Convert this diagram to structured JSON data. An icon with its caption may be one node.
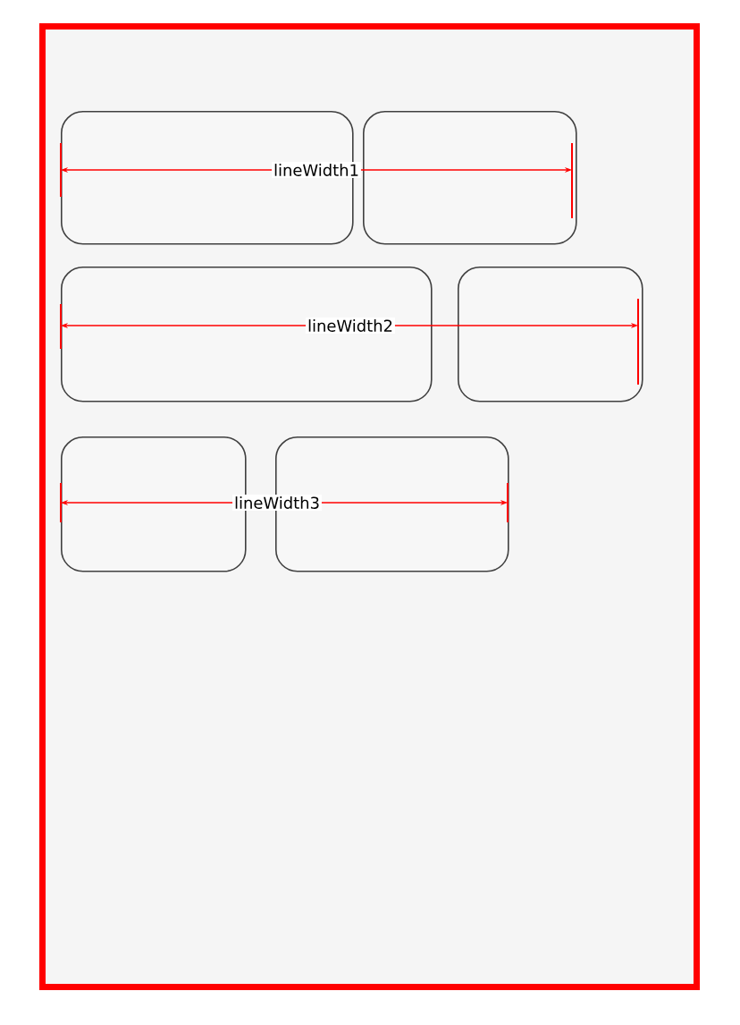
{
  "diagram": {
    "nodes": [
      {
        "text": [],
        "shape": "box"
      },
      {
        "text": [],
        "shape": "box",
        "in": 0
      },
      {
        "text": [],
        "shape": "box",
        "in": 0
      },
      {
        "text": [],
        "shape": "box",
        "in": 0
      },
      {
        "text": [],
        "shape": "box",
        "in": 0
      },
      {
        "text": [],
        "shape": "box",
        "in": 0
      },
      {
        "text": [],
        "shape": "box",
        "in": 0
      }
    ],
    "labels": [
      "lineWidth1",
      "lineWidth2",
      "lineWidth3"
    ]
  }
}
